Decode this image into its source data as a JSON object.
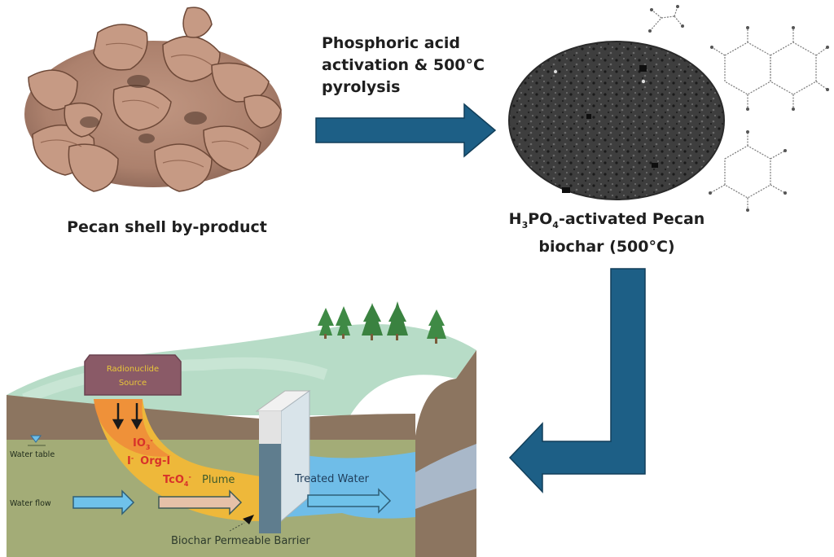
{
  "figure": {
    "title": "Pecan shell biochar for radionuclide remediation workflow",
    "colors": {
      "arrow": "#1d5f86",
      "arrow_outline": "#123f5a",
      "biochar": "#3a3a3a",
      "grass_top": "#b6dcc6",
      "soil_brown": "#8c7560",
      "aquifer_green": "#a3ac77",
      "treated_water": "#6fbde8",
      "plume_orange": "#f09a3a",
      "plume_yellow": "#e2c431",
      "source_box": "#8a5a67",
      "source_text": "#e8c63a",
      "contaminant_text": "#d8322a"
    }
  },
  "steps": [
    {
      "id": "pecan-shell",
      "caption": "Pecan shell by-product"
    },
    {
      "id": "activation",
      "caption_lines": [
        "Phosphoric acid",
        "activation & 500°C",
        "pyrolysis"
      ]
    },
    {
      "id": "biochar",
      "caption_prefix": "H",
      "caption_sub1": "3",
      "caption_mid": "PO",
      "caption_sub2": "4",
      "caption_suffix": "-activated Pecan",
      "caption_line2": "biochar (500°C)"
    }
  ],
  "site_diagram": {
    "source_label_lines": [
      "Radionuclide",
      "Source"
    ],
    "water_table_label": "Water table",
    "water_flow_label": "Water flow",
    "contaminants": {
      "iodate": "IO",
      "iodate_sub": "3",
      "iodate_sup": "-",
      "iodide": "I",
      "iodide_sup": "-",
      "organo_iodine": "Org-I",
      "pertechnetate": "TcO",
      "pertechnetate_sub": "4",
      "pertechnetate_sup": "-"
    },
    "plume_label": "Plume",
    "treated_water_label": "Treated Water",
    "barrier_label": "Biochar Permeable Barrier"
  }
}
